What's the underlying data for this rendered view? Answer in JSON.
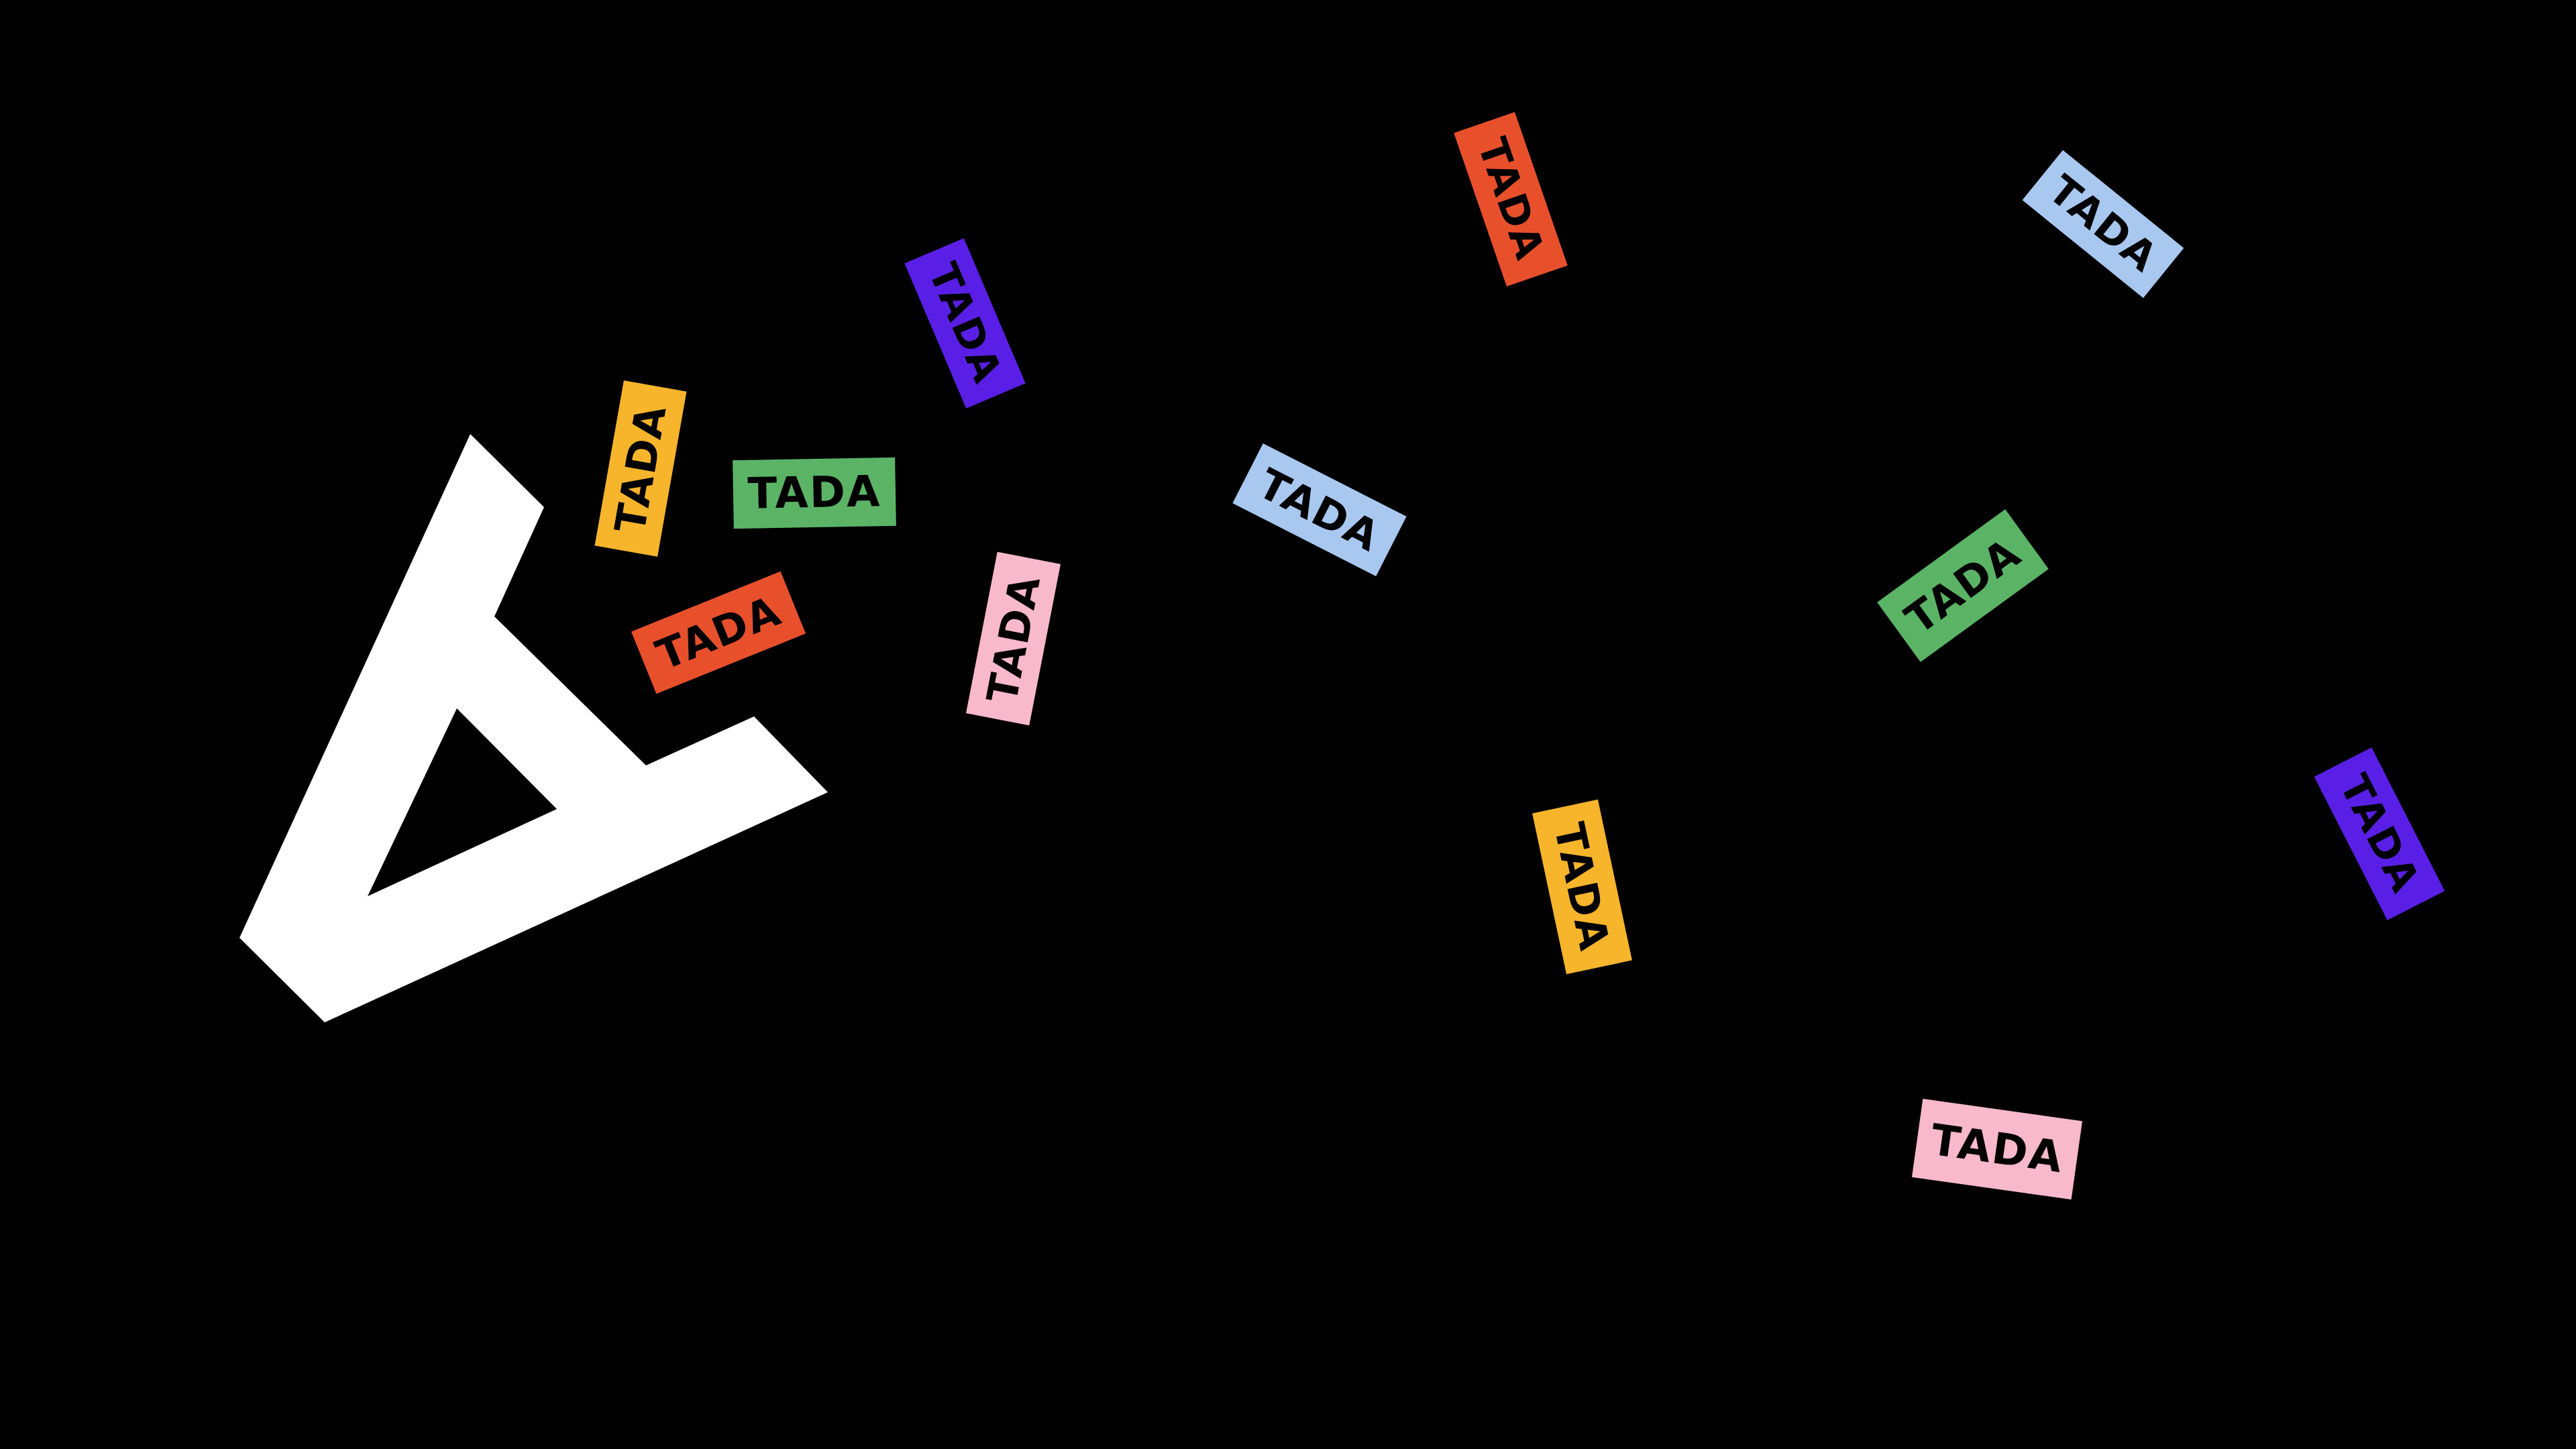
{
  "logo": {
    "name": "white-A-mark",
    "color": "#FFFFFF",
    "lettering": "A"
  },
  "palette": {
    "background": "#000000",
    "yellow": "#F7B52C",
    "green": "#5BB466",
    "orange": "#E8502C",
    "purple": "#5A1FE6",
    "pink": "#F8B9CC",
    "blue": "#A8C8F0",
    "text": "#000000"
  },
  "confetti": [
    {
      "text": "TADA",
      "color": "yellow"
    },
    {
      "text": "TADA",
      "color": "green"
    },
    {
      "text": "TADA",
      "color": "orange"
    },
    {
      "text": "TADA",
      "color": "purple"
    },
    {
      "text": "TADA",
      "color": "pink"
    },
    {
      "text": "TADA",
      "color": "blue"
    },
    {
      "text": "TADA",
      "color": "orange"
    },
    {
      "text": "TADA",
      "color": "blue"
    },
    {
      "text": "TADA",
      "color": "green"
    },
    {
      "text": "TADA",
      "color": "yellow"
    },
    {
      "text": "TADA",
      "color": "purple"
    },
    {
      "text": "TADA",
      "color": "pink"
    }
  ]
}
